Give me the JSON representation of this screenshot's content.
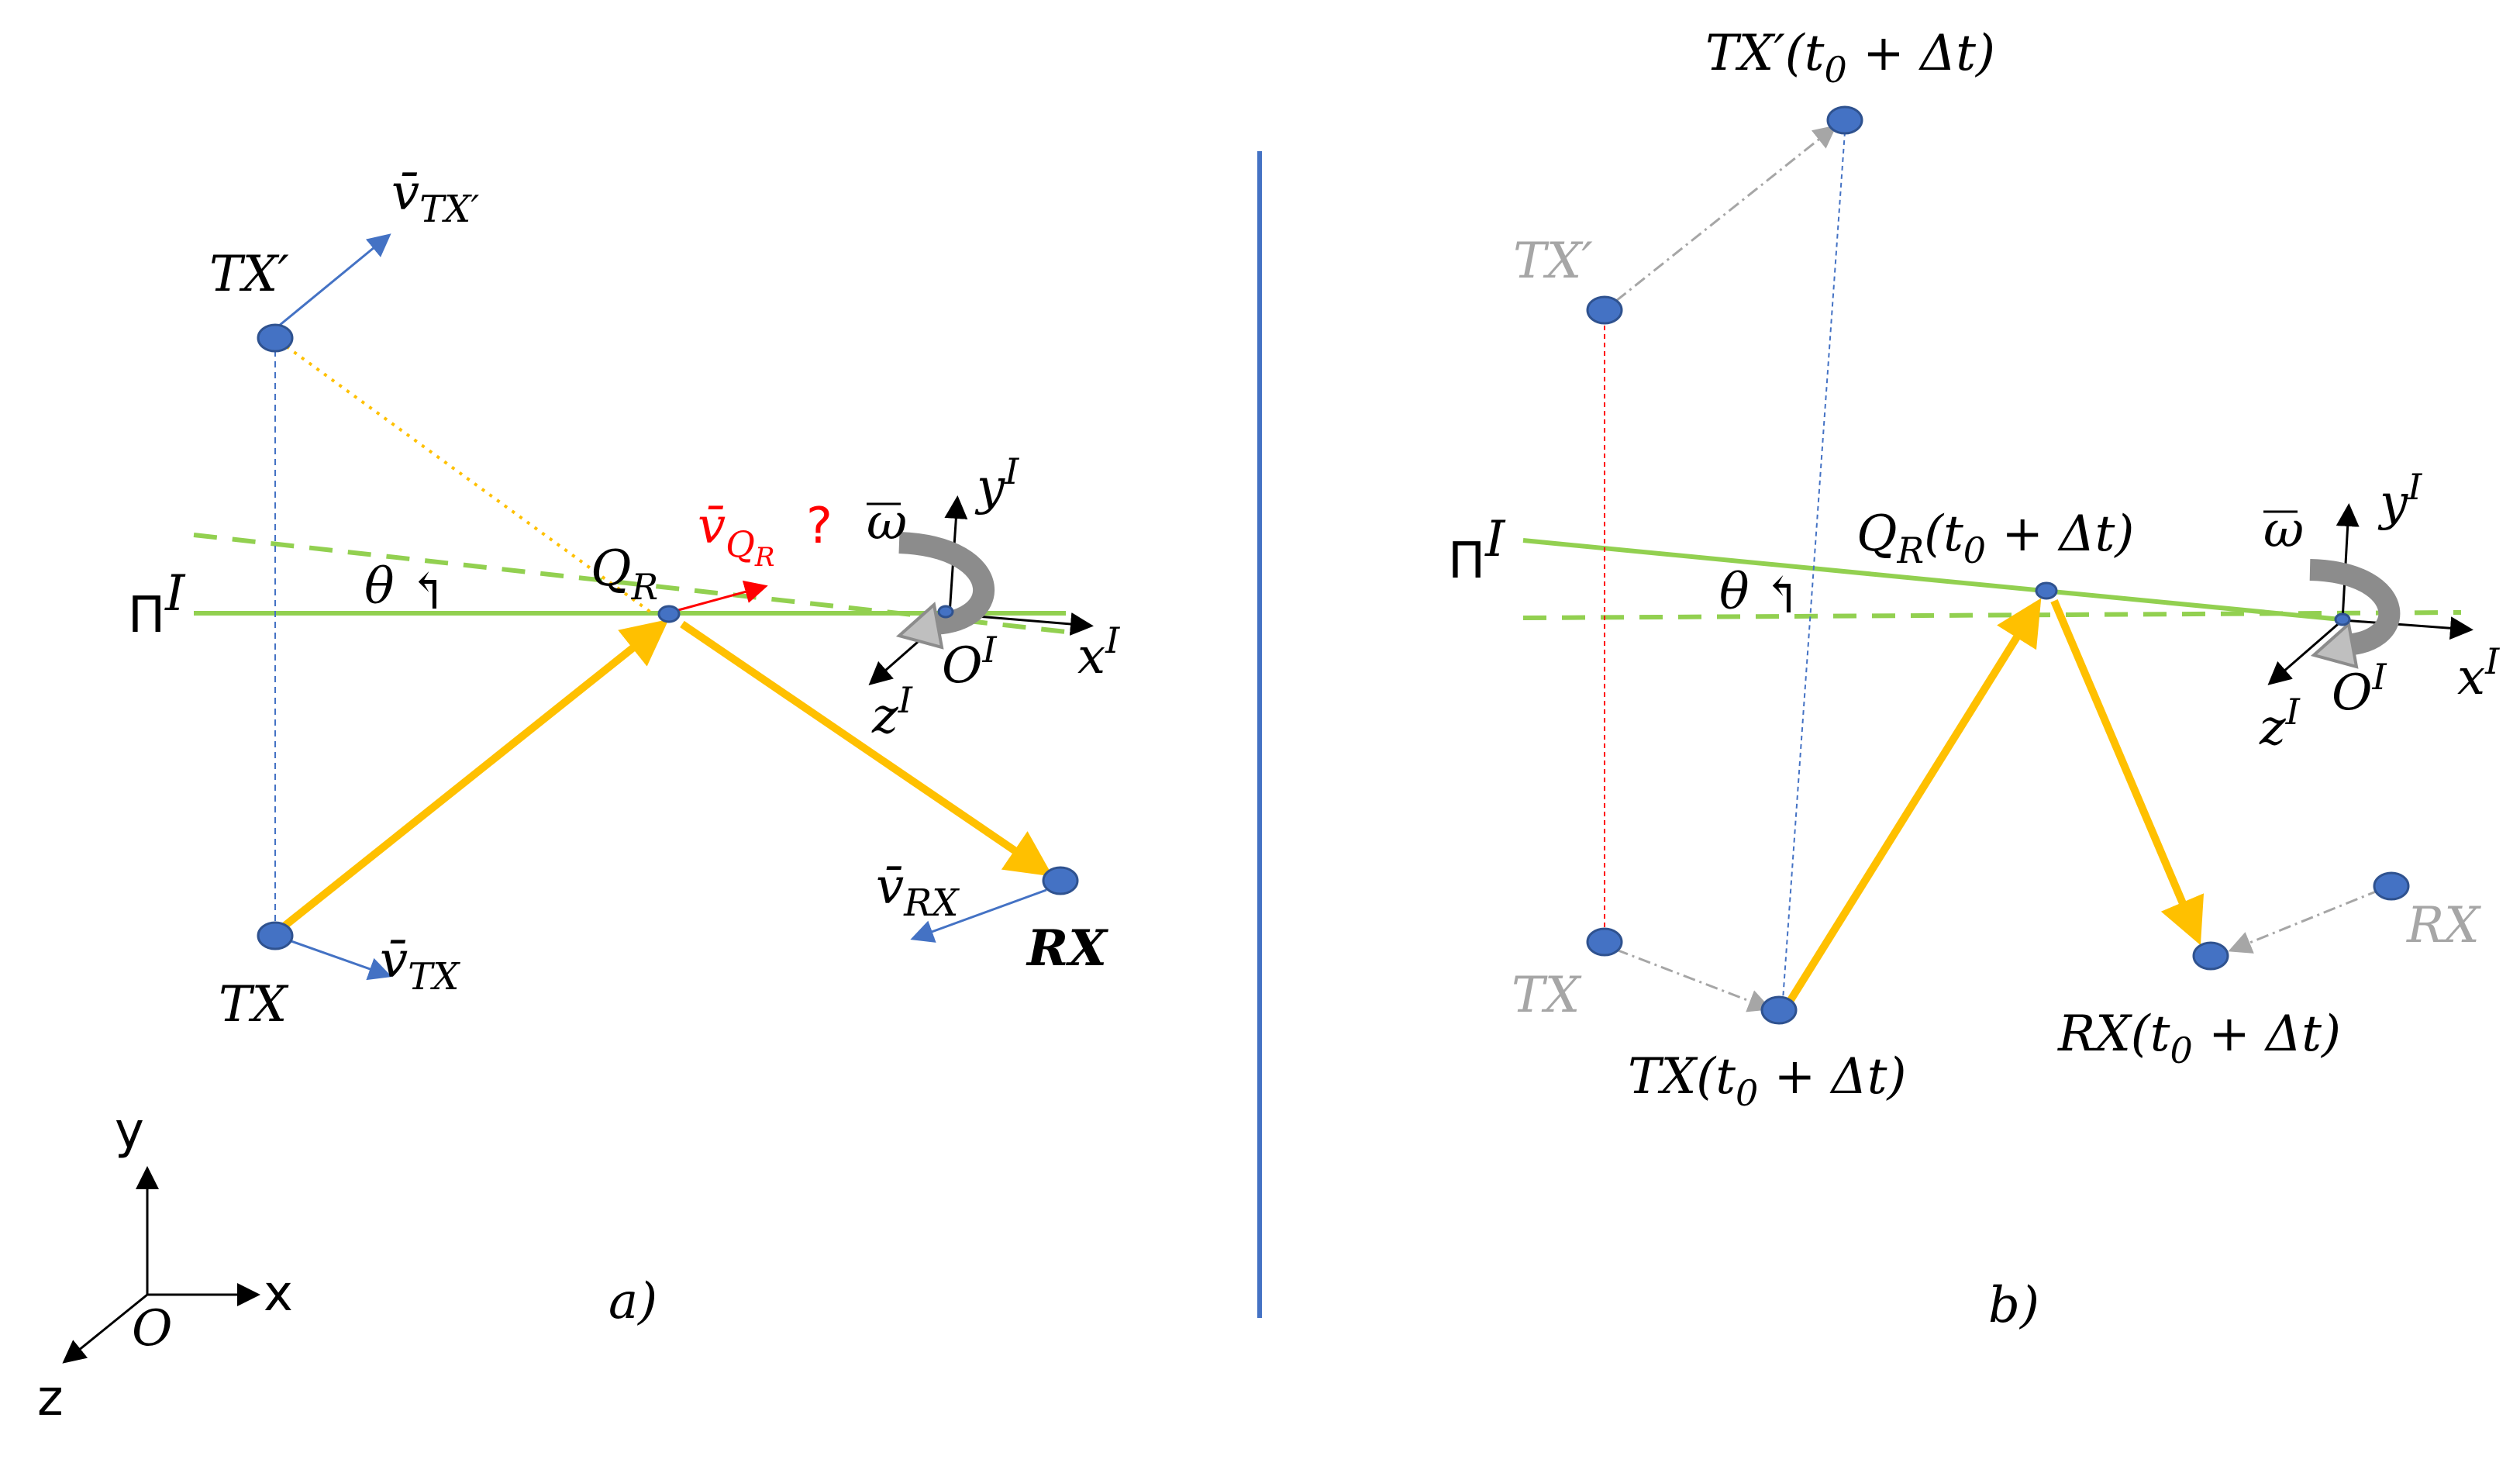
{
  "panel_a": {
    "caption": "a)",
    "tx_prime": "TX′",
    "v_tx_prime": "v̄",
    "v_tx_prime_sub": "TX′",
    "plane": "Π",
    "plane_sup": "I",
    "theta": "θ",
    "qr": "Q",
    "qr_sub": "R",
    "v_qr": "v̄",
    "v_qr_sub": "Q",
    "v_qr_subsub": "R",
    "v_qr_question": "?",
    "omega": "ω",
    "yi": "y",
    "yi_sup": "I",
    "xi": "x",
    "xi_sup": "I",
    "zi": "z",
    "zi_sup": "I",
    "oi": "O",
    "oi_sup": "I",
    "tx": "TX",
    "v_tx": "v̄",
    "v_tx_sub": "TX",
    "rx": "RX",
    "v_rx": "v̄",
    "v_rx_sub": "RX"
  },
  "axes": {
    "y": "y",
    "x": "x",
    "z": "z",
    "o": "O"
  },
  "panel_b": {
    "caption": "b)",
    "tx_prime_future": "TX′(t",
    "tx_prime_future_sub": "0",
    "tx_prime_future_tail": " + Δt)",
    "tx_prime": "TX′",
    "plane": "Π",
    "plane_sup": "I",
    "theta": "θ",
    "qr_future": "Q",
    "qr_future_sub": "R",
    "qr_future_tail": "(t",
    "qr_future_sub2": "0",
    "qr_future_tail2": " + Δt)",
    "omega": "ω",
    "yi": "y",
    "yi_sup": "I",
    "xi": "x",
    "xi_sup": "I",
    "zi": "z",
    "zi_sup": "I",
    "oi": "O",
    "oi_sup": "I",
    "tx": "TX",
    "tx_future": "TX(t",
    "tx_future_sub": "0",
    "tx_future_tail": " + Δt)",
    "rx": "RX",
    "rx_future": "RX(t",
    "rx_future_sub": "0",
    "rx_future_tail": " + Δt)"
  },
  "colors": {
    "node": "#4472c4",
    "node_stroke": "#2f528f",
    "ray": "#ffc000",
    "plane": "#92d050",
    "velocity": "#4472c4",
    "divider": "#4472c4",
    "red": "#ff0000",
    "gray": "#a6a6a6"
  }
}
